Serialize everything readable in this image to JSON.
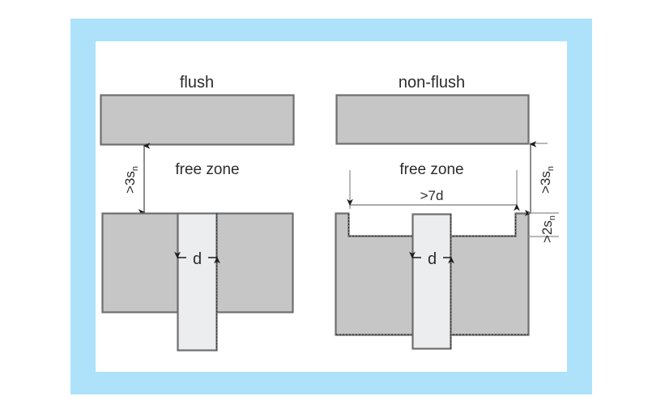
{
  "figure": {
    "background_color": "#ffffff",
    "frame_color": "#ade2fa",
    "panel_color": "#ffffff",
    "body_fill": "#c6c6c6",
    "shaft_fill": "#e9e9e9",
    "outline_color": "#6e6e6e",
    "line_color": "#808080",
    "text_color": "#2b2b2b"
  },
  "left": {
    "title": "flush",
    "free_zone_label": "free zone",
    "gap_dimension": {
      "prefix": ">3s",
      "subscript": "n",
      "full": ">3sn"
    },
    "shaft_dimension": {
      "label": "d"
    }
  },
  "right": {
    "title": "non-flush",
    "free_zone_label": "free zone",
    "width_dimension": {
      "prefix": ">7d",
      "subscript": "",
      "full": ">7d"
    },
    "gap_dimension": {
      "prefix": ">3s",
      "subscript": "n",
      "full": ">3sn"
    },
    "recess_dimension": {
      "prefix": ">2s",
      "subscript": "n",
      "full": ">2sn"
    },
    "shaft_dimension": {
      "label": "d"
    }
  }
}
